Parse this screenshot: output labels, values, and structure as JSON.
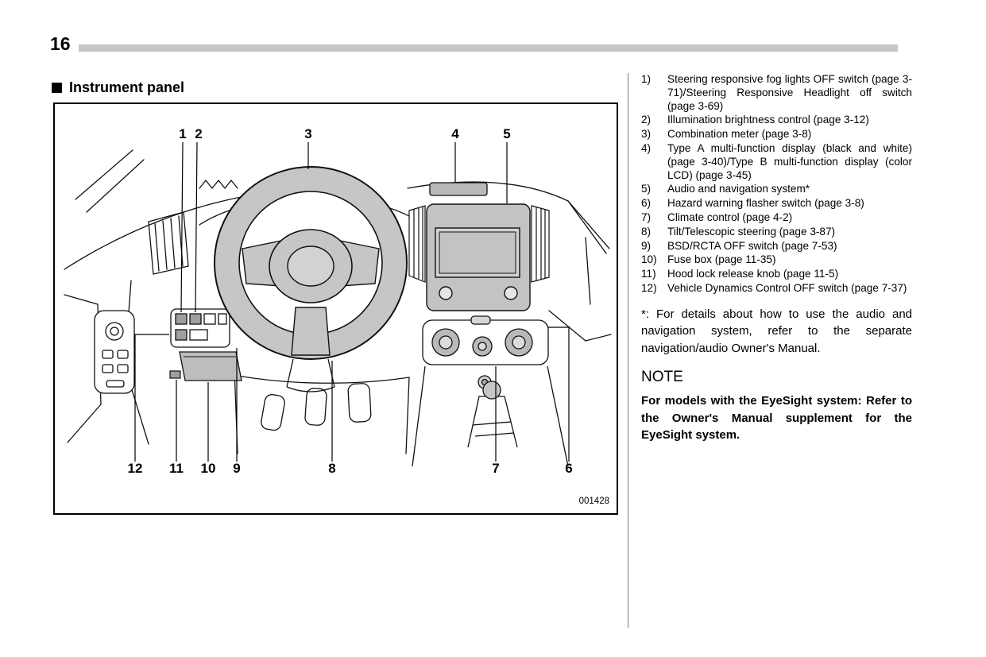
{
  "page": {
    "number": "16"
  },
  "section": {
    "title": "Instrument panel"
  },
  "figure": {
    "code": "001428",
    "callouts": [
      "1",
      "2",
      "3",
      "4",
      "5",
      "6",
      "7",
      "8",
      "9",
      "10",
      "11",
      "12"
    ]
  },
  "legend": {
    "items": [
      {
        "num": "1)",
        "text": "Steering responsive fog lights OFF switch (page 3-71)/Steering Responsive Headlight off switch (page 3-69)"
      },
      {
        "num": "2)",
        "text": "Illumination brightness control (page 3-12)"
      },
      {
        "num": "3)",
        "text": "Combination meter (page 3-8)"
      },
      {
        "num": "4)",
        "text": "Type A multi-function display (black and white) (page 3-40)/Type B multi-function display (color LCD) (page 3-45)"
      },
      {
        "num": "5)",
        "text": "Audio and navigation system*"
      },
      {
        "num": "6)",
        "text": "Hazard warning flasher switch (page 3-8)"
      },
      {
        "num": "7)",
        "text": "Climate control (page 4-2)"
      },
      {
        "num": "8)",
        "text": "Tilt/Telescopic steering (page 3-87)"
      },
      {
        "num": "9)",
        "text": "BSD/RCTA OFF switch (page 7-53)"
      },
      {
        "num": "10)",
        "text": "Fuse box (page 11-35)"
      },
      {
        "num": "11)",
        "text": "Hood lock release knob (page 11-5)"
      },
      {
        "num": "12)",
        "text": "Vehicle Dynamics Control OFF switch (page 7-37)"
      }
    ]
  },
  "footnote": "*: For details about how to use the audio and navigation system, refer to the separate navigation/audio Owner's Manual.",
  "note": {
    "heading": "NOTE",
    "text": "For models with the EyeSight system: Refer to the Owner's Manual supplement for the EyeSight system."
  }
}
